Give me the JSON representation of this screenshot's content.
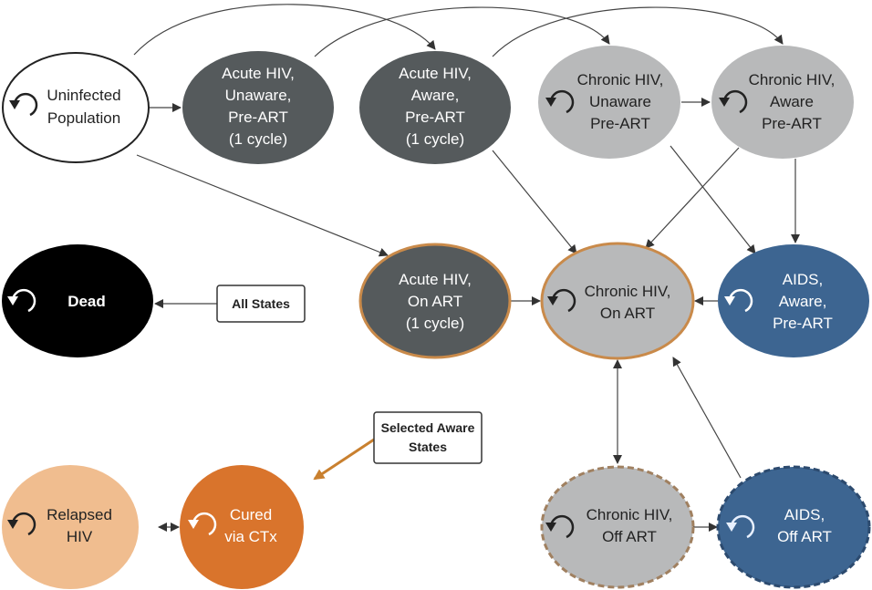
{
  "title": "HIV state transition model",
  "colors": {
    "dark_gray": "#555a5c",
    "light_gray": "#b8b9ba",
    "blue": "#3d6591",
    "orange": "#d9742c",
    "peach": "#f0bd8f",
    "on_art_border": "#c98a4a"
  },
  "nodes": {
    "uninfected": {
      "lines": [
        "Uninfected",
        "Population"
      ]
    },
    "acute_unaware": {
      "lines": [
        "Acute HIV,",
        "Unaware,",
        "Pre-ART",
        "(1 cycle)"
      ]
    },
    "acute_aware": {
      "lines": [
        "Acute HIV,",
        "Aware,",
        "Pre-ART",
        "(1 cycle)"
      ]
    },
    "chronic_unaware": {
      "lines": [
        "Chronic HIV,",
        "Unaware",
        "Pre-ART"
      ]
    },
    "chronic_aware": {
      "lines": [
        "Chronic HIV,",
        "Aware",
        "Pre-ART"
      ]
    },
    "dead": {
      "lines": [
        "Dead"
      ]
    },
    "acute_on_art": {
      "lines": [
        "Acute HIV,",
        "On ART",
        "(1 cycle)"
      ]
    },
    "chronic_on_art": {
      "lines": [
        "Chronic HIV,",
        "On ART"
      ]
    },
    "aids_aware": {
      "lines": [
        "AIDS,",
        "Aware,",
        "Pre-ART"
      ]
    },
    "relapsed": {
      "lines": [
        "Relapsed",
        "HIV"
      ]
    },
    "cured": {
      "lines": [
        "Cured",
        "via CTx"
      ]
    },
    "chronic_off_art": {
      "lines": [
        "Chronic HIV,",
        "Off ART"
      ]
    },
    "aids_off_art": {
      "lines": [
        "AIDS,",
        "Off ART"
      ]
    }
  },
  "boxes": {
    "all_states": {
      "label": "All States"
    },
    "selected_aware": {
      "lines": [
        "Selected Aware",
        "States"
      ]
    }
  }
}
